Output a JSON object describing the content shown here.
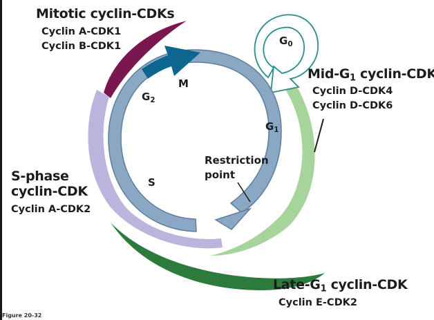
{
  "mitotic": {
    "heading": "Mitotic cyclin-CDKs",
    "line1": "Cyclin A-CDK1",
    "line2": "Cyclin B-CDK1",
    "color": "#7a1650"
  },
  "mid_g1": {
    "heading_pre": "Mid-G",
    "heading_sub": "1",
    "heading_post": " cyclin-CDKs",
    "line1": "Cyclin D-CDK4",
    "line2": "Cyclin D-CDK6",
    "color": "#a6d49a"
  },
  "s_phase": {
    "heading1": "S-phase",
    "heading2": "cyclin-CDK",
    "line1": "Cyclin A-CDK2",
    "color": "#b9b5dc"
  },
  "late_g1": {
    "heading_pre": "Late-G",
    "heading_sub": "1",
    "heading_post": " cyclin-CDK",
    "line1": "Cyclin E-CDK2",
    "color": "#2c7a3c"
  },
  "phases": {
    "g0_main": "G",
    "g0_sub": "0",
    "g1_main": "G",
    "g1_sub": "1",
    "g2_main": "G",
    "g2_sub": "2",
    "m": "M",
    "s": "S"
  },
  "restriction": {
    "line1": "Restriction",
    "line2": "point"
  },
  "figure_label": "Figure 20-32",
  "colors": {
    "cycle_ring": "#8aa8c4",
    "cycle_outline": "#5d7f9d",
    "m_arrow": "#0c6690",
    "g0_outline": "#2a8d8a"
  }
}
